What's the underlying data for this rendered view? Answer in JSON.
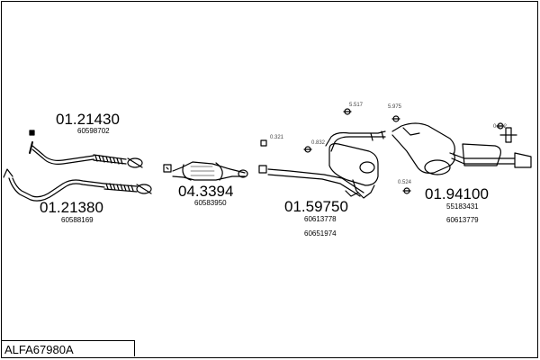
{
  "reference": "ALFA67980A",
  "parts": {
    "pipe_upper": {
      "code": "01.21430",
      "oe": "60598702"
    },
    "pipe_lower": {
      "code": "01.21380",
      "oe": "60588169"
    },
    "catalyst": {
      "code": "04.3394",
      "oe": "60583950"
    },
    "middle_silencer": {
      "code": "01.59750",
      "oe": [
        "60613778",
        "60651974"
      ]
    },
    "rear_silencer": {
      "code": "01.94100",
      "oe": [
        "55183431",
        "60613779"
      ]
    }
  },
  "fitting_labels": [
    "0.321",
    "0.832",
    "5.517",
    "5.975",
    "0.524",
    "0.162"
  ],
  "colors": {
    "line": "#000000",
    "fill": "#ffffff",
    "shade": "#555555"
  }
}
